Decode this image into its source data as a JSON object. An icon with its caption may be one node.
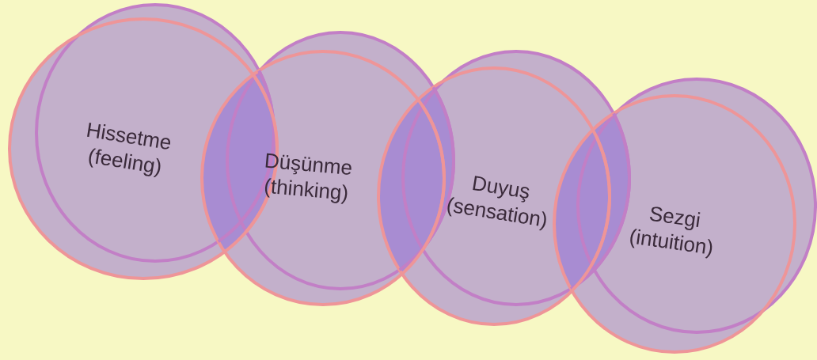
{
  "diagram": {
    "nodes": [
      {
        "text": [
          "Hissetme (feeling)"
        ]
      },
      {
        "text": [
          "Düşünme (thinking)"
        ]
      },
      {
        "text": [
          "Duyuş (sensation)"
        ]
      },
      {
        "text": [
          "Sezgi (intuition)"
        ]
      }
    ]
  }
}
